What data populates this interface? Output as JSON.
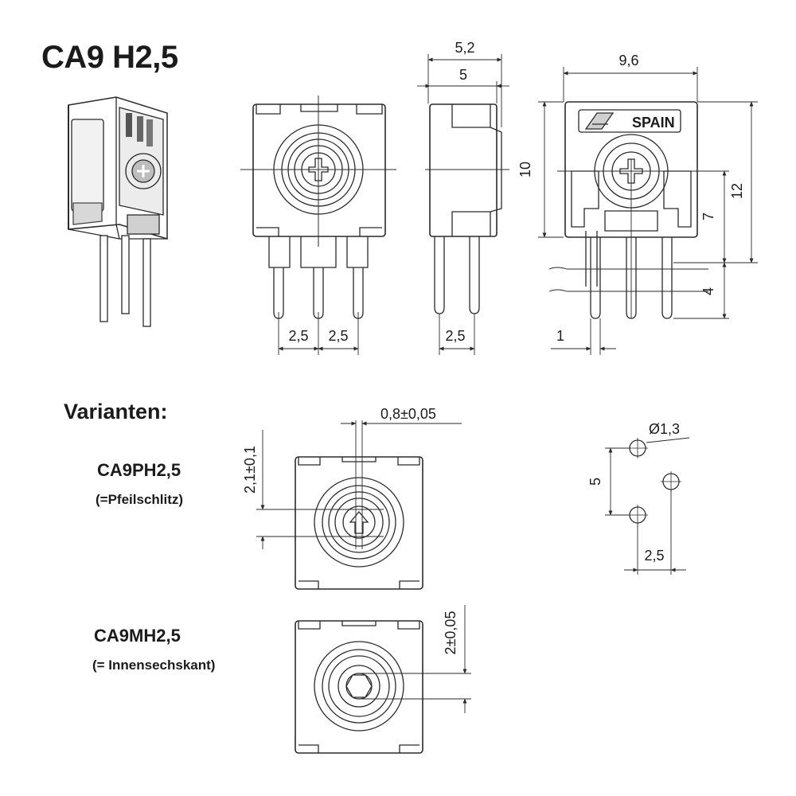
{
  "title": "CA9 H2,5",
  "logo_text": "SPAIN",
  "dimensions": {
    "w_outer": "5,2",
    "w_inner": "5",
    "width": "9,6",
    "height_body": "10",
    "height_total": "12",
    "height_seven": "7",
    "pin_length": "4",
    "pin_width": "1",
    "pitch_front_1": "2,5",
    "pitch_front_2": "2,5",
    "pitch_side": "2,5"
  },
  "variants": {
    "heading": "Varianten:",
    "v1_name": "CA9PH2,5",
    "v1_desc": "(=Pfeilschlitz)",
    "v1_slot": "0,8±0,05",
    "v1_depth": "2,1±0,1",
    "v2_name": "CA9MH2,5",
    "v2_desc": "(= Innensechskant)",
    "v2_depth": "2±0,05"
  },
  "footprint": {
    "hole": "Ø1,3",
    "pitch_v": "5",
    "pitch_h": "2,5"
  }
}
